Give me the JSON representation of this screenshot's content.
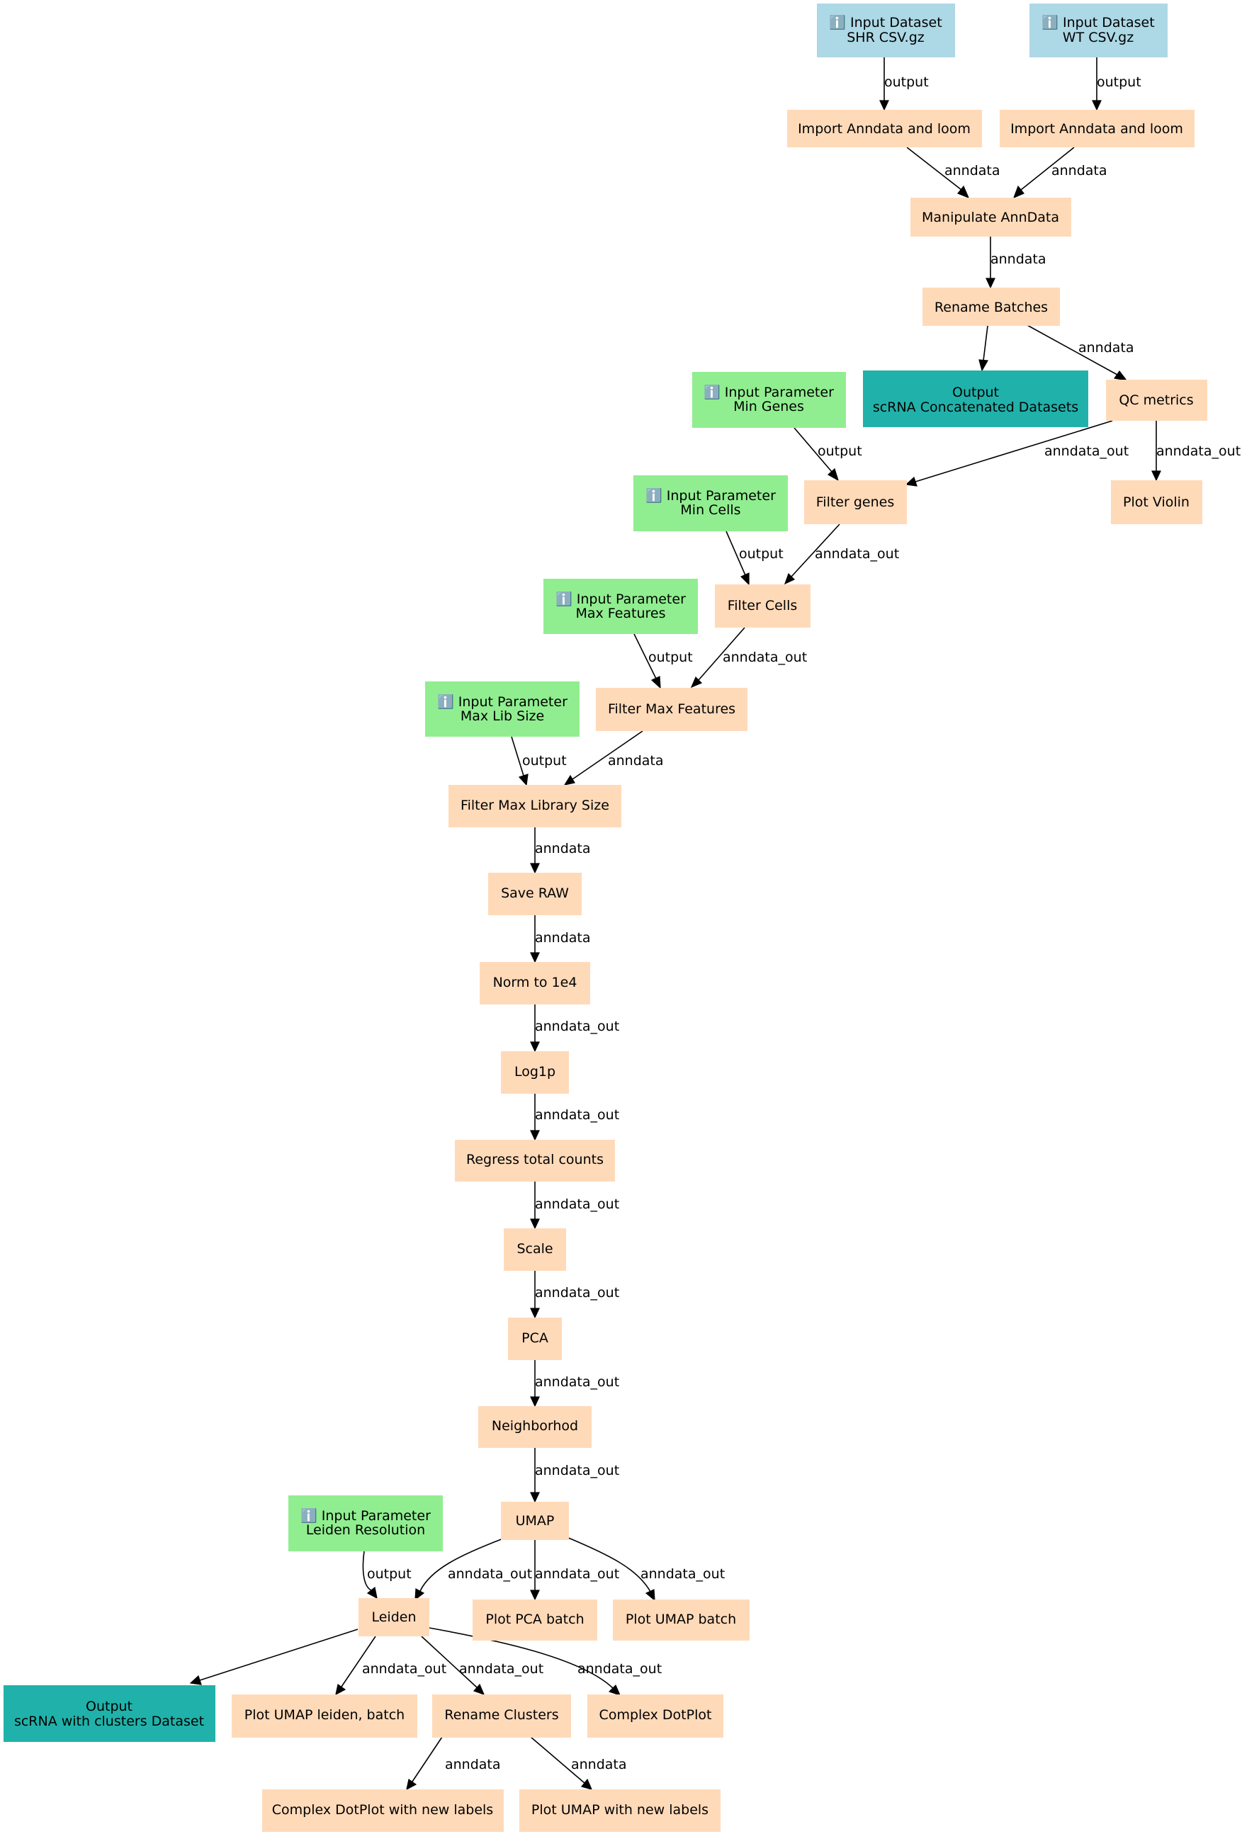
{
  "colors": {
    "input_dataset": "#add8e6",
    "input_parameter": "#90ee90",
    "tool": "#ffdab9",
    "output": "#20b2aa",
    "edge": "#000000"
  },
  "icons": {
    "info": "info-icon"
  },
  "nodes": {
    "in_shr": {
      "line1": "ℹ️ Input Dataset",
      "line2": "SHR CSV.gz"
    },
    "in_wt": {
      "line1": "ℹ️ Input Dataset",
      "line2": "WT CSV.gz"
    },
    "imp1": {
      "line1": "Import Anndata and loom"
    },
    "imp2": {
      "line1": "Import Anndata and loom"
    },
    "manip": {
      "line1": "Manipulate AnnData"
    },
    "rename": {
      "line1": "Rename Batches"
    },
    "out_concat": {
      "line1": "Output",
      "line2": "scRNA Concatenated Datasets"
    },
    "qc": {
      "line1": "QC metrics"
    },
    "p_mingenes": {
      "line1": "ℹ️ Input Parameter",
      "line2": "Min Genes"
    },
    "fgenes": {
      "line1": "Filter genes"
    },
    "violin": {
      "line1": "Plot Violin"
    },
    "p_mincells": {
      "line1": "ℹ️ Input Parameter",
      "line2": "Min Cells"
    },
    "fcells": {
      "line1": "Filter Cells"
    },
    "p_maxfeat": {
      "line1": "ℹ️ Input Parameter",
      "line2": "Max Features"
    },
    "fmaxfeat": {
      "line1": "Filter Max Features"
    },
    "p_maxlib": {
      "line1": "ℹ️ Input Parameter",
      "line2": "Max Lib Size"
    },
    "fmaxlib": {
      "line1": "Filter Max Library Size"
    },
    "saveraw": {
      "line1": "Save RAW"
    },
    "norm": {
      "line1": "Norm to 1e4"
    },
    "log1p": {
      "line1": "Log1p"
    },
    "regress": {
      "line1": "Regress total counts"
    },
    "scale": {
      "line1": "Scale"
    },
    "pca": {
      "line1": "PCA"
    },
    "neigh": {
      "line1": "Neighborhod"
    },
    "umap": {
      "line1": "UMAP"
    },
    "p_leiden": {
      "line1": "ℹ️ Input Parameter",
      "line2": "Leiden Resolution"
    },
    "leiden": {
      "line1": "Leiden"
    },
    "plotpca": {
      "line1": "Plot PCA batch"
    },
    "plotumapb": {
      "line1": "Plot UMAP batch"
    },
    "out_clusters": {
      "line1": "Output",
      "line2": "scRNA with clusters Dataset"
    },
    "plotumapl": {
      "line1": "Plot UMAP leiden, batch"
    },
    "renamecl": {
      "line1": "Rename Clusters"
    },
    "dotplot": {
      "line1": "Complex DotPlot"
    },
    "dotplot_new": {
      "line1": "Complex DotPlot with new labels"
    },
    "umap_new": {
      "line1": "Plot UMAP with new labels"
    }
  },
  "edges": {
    "e1": "output",
    "e2": "output",
    "e3": "anndata",
    "e4": "anndata",
    "e5": "anndata",
    "e7": "anndata",
    "e8": "output",
    "e9": "anndata_out",
    "e10": "anndata_out",
    "e11": "output",
    "e12": "anndata_out",
    "e13": "output",
    "e14": "anndata_out",
    "e15": "output",
    "e16": "anndata",
    "e17": "anndata",
    "e18": "anndata",
    "e19": "anndata_out",
    "e20": "anndata_out",
    "e21": "anndata_out",
    "e22": "anndata_out",
    "e23": "anndata_out",
    "e24": "anndata_out",
    "e25": "output",
    "e26": "anndata_out",
    "e27": "anndata_out",
    "e28": "anndata_out",
    "e30": "anndata_out",
    "e31": "anndata_out",
    "e32": "anndata_out",
    "e33": "anndata",
    "e34": "anndata"
  }
}
